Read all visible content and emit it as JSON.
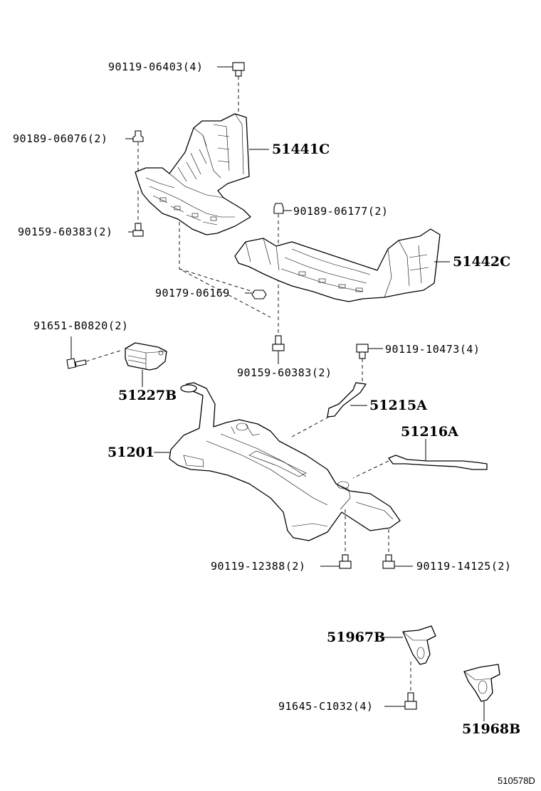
{
  "labels": {
    "l_90119_06403": "90119-06403(4)",
    "l_90189_06076": "90189-06076(2)",
    "l_51441C": "51441C",
    "l_90159_60383_a": "90159-60383(2)",
    "l_90189_06177": "90189-06177(2)",
    "l_51442C": "51442C",
    "l_90179_06169": "90179-06169",
    "l_91651_B0820": "91651-B0820(2)",
    "l_90159_60383_b": "90159-60383(2)",
    "l_90119_10473": "90119-10473(4)",
    "l_51227B": "51227B",
    "l_51215A": "51215A",
    "l_51216A": "51216A",
    "l_51201": "51201",
    "l_90119_12388": "90119-12388(2)",
    "l_90119_14125": "90119-14125(2)",
    "l_51967B": "51967B",
    "l_91645_C1032": "91645-C1032(4)",
    "l_51968B": "51968B"
  },
  "diagram_code": "510578D"
}
